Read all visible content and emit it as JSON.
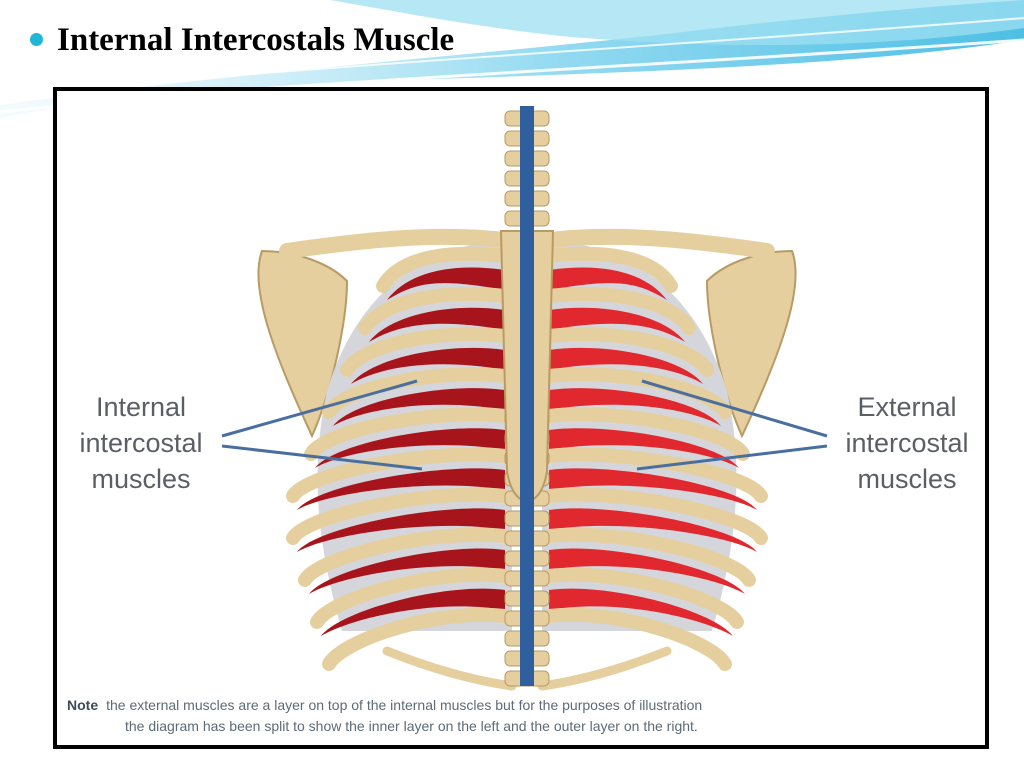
{
  "slide": {
    "title": "Internal Intercostals Muscle",
    "accent_color": "#1fb6d8"
  },
  "figure": {
    "label_internal": [
      "Internal",
      "intercostal",
      "muscles"
    ],
    "label_external": [
      "External",
      "intercostal",
      "muscles"
    ],
    "note_key": "Note",
    "note_line1": "the external muscles are a layer on top of the internal muscles but for the purposes of illustration",
    "note_line2": "the diagram has been split to show the inner layer on the left and the outer layer on the right.",
    "colors": {
      "bone": "#e6cf9e",
      "internal_muscle": "#a8141c",
      "external_muscle": "#e0282e",
      "membrane": "#d4d6dc",
      "divider": "#2f5f9e",
      "leader_line": "#4a6f9e"
    }
  }
}
